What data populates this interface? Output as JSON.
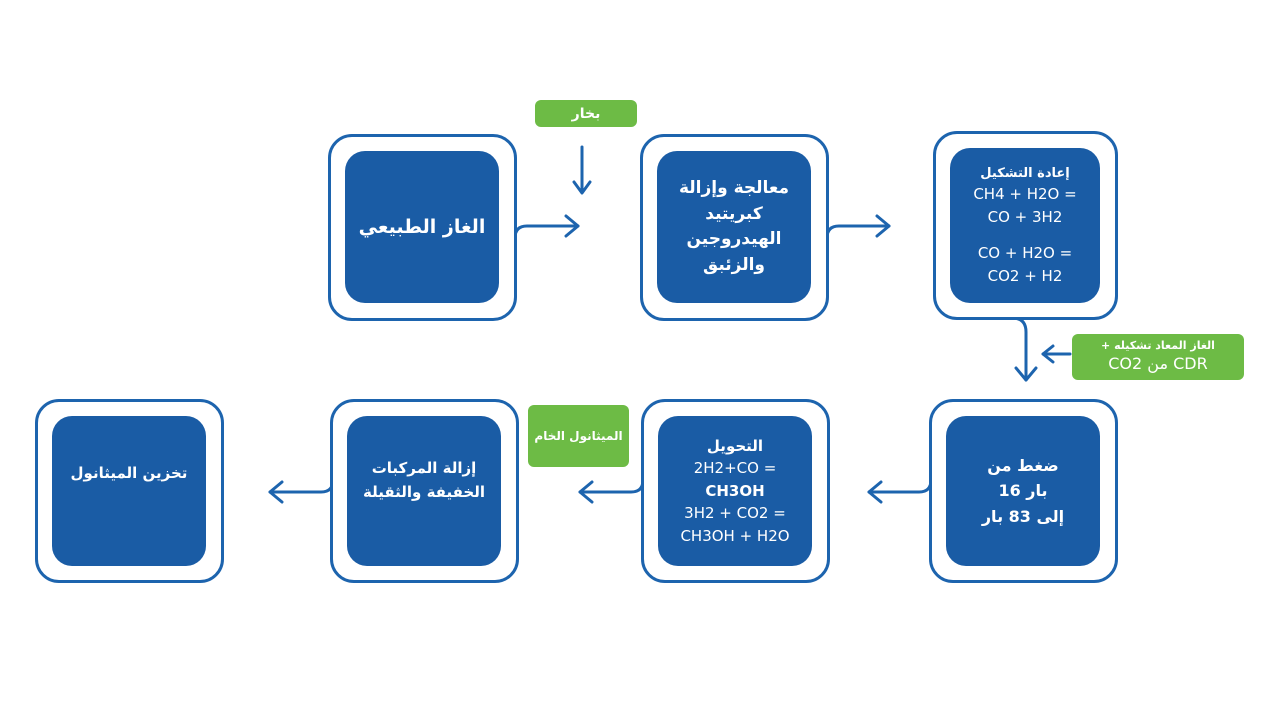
{
  "colors": {
    "box_fill": "#1a5ca5",
    "box_border": "#1d64ae",
    "arrow": "#1d64ae",
    "tag_fill": "#6dbb45",
    "text": "#ffffff"
  },
  "stages": {
    "natural_gas": {
      "label": "الغاز الطبيعي"
    },
    "purification": {
      "lines": [
        "معالجة وإزالة",
        "كبريتيد",
        "الهيدروجين",
        "والزئبق"
      ]
    },
    "reforming": {
      "title": "إعادة التشكيل",
      "eq1_line1": "CH4 + H2O =",
      "eq1_line2": "CO + 3H2",
      "eq2_line1": "CO + H2O =",
      "eq2_line2": "CO2 + H2"
    },
    "compression": {
      "lines": [
        "ضغط من",
        "16 بار",
        "إلى 83 بار"
      ]
    },
    "conversion": {
      "title": "التحويل",
      "eq1_line1": "2H2+CO =",
      "eq1_line2": "CH3OH",
      "eq2_line1": "3H2 + CO2 =",
      "eq2_line2": "CH3OH + H2O"
    },
    "removal": {
      "lines": [
        "إزالة المركبات",
        "الخفيفة والثقيلة"
      ]
    },
    "storage": {
      "label": "تخزين الميثانول"
    }
  },
  "tags": {
    "steam": "بخار",
    "reformed_gas_line1": "+ الغاز المعاد تشكيله",
    "reformed_gas_line2": "CO2 من CDR",
    "crude_methanol": "الميثانول الخام"
  }
}
